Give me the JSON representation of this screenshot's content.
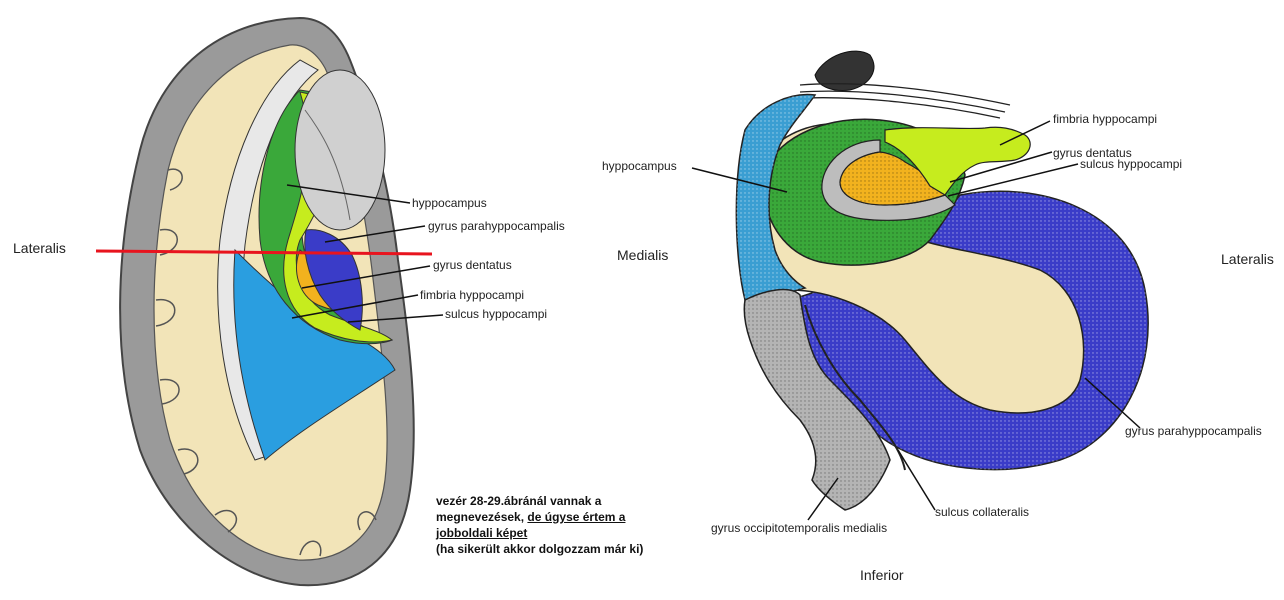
{
  "left_figure": {
    "direction_label": "Lateralis",
    "labels": {
      "hyppocampus": "hyppocampus",
      "gyrus_parahyppocampalis": "gyrus parahyppocampalis",
      "gyrus_dentatus": "gyrus dentatus",
      "fimbria_hyppocampi": "fimbria hyppocampi",
      "sulcus_hyppocampi": "sulcus hyppocampi"
    },
    "section_line_color": "#e8141e"
  },
  "right_figure": {
    "directions": {
      "medialis": "Medialis",
      "lateralis": "Lateralis",
      "inferior": "Inferior"
    },
    "labels": {
      "hyppocampus": "hyppocampus",
      "fimbria_hyppocampi": "fimbria hyppocampi",
      "gyrus_dentatus": "gyrus dentatus",
      "sulcus_hyppocampi": "sulcus hyppocampi",
      "gyrus_parahyppocampalis": "gyrus parahyppocampalis",
      "sulcus_collateralis": "sulcus collateralis",
      "gyrus_occipitotemporalis_medialis": "gyrus occipitotemporalis medialis"
    }
  },
  "note": {
    "line1": "vezér 28-29.ábránál vannak a",
    "line2_plain": "megnevezések,",
    "line2_underlined": "de úgyse értem a",
    "line3_underlined": "jobboldali képet",
    "line4": "(ha sikerült akkor dolgozzam már ki)"
  },
  "colors": {
    "cortex_gray": "#9a9a9a",
    "white_matter": "#f2e4b8",
    "hippocampus_green": "#3aa83a",
    "fimbria_lime": "#c6ec1e",
    "dentate_orange": "#f2b21e",
    "parahippocampal_blue": "#3a3cc8",
    "ventricle_cyan": "#2a9ee0",
    "occipitotemporal_gray": "#b4b4b4"
  }
}
